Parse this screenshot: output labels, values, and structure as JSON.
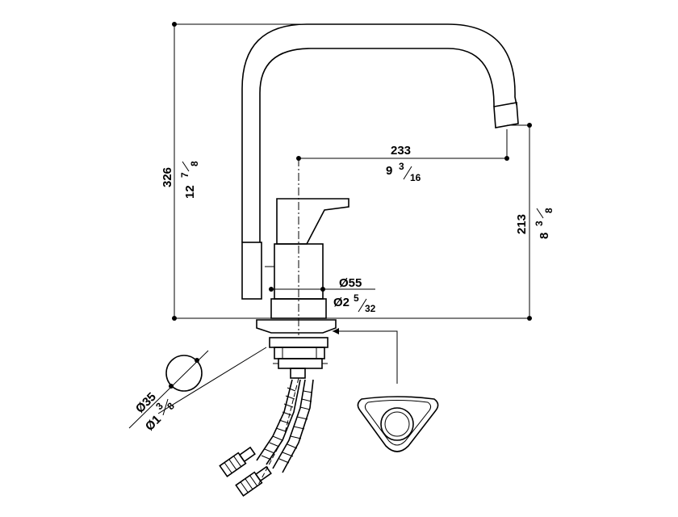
{
  "dimensions": {
    "overall_height": {
      "mm": "326",
      "inch_whole": "12",
      "inch_num": "7",
      "inch_den": "8"
    },
    "spout_reach": {
      "mm": "233",
      "inch_whole": "9",
      "inch_num": "3",
      "inch_den": "16"
    },
    "spout_height": {
      "mm": "213",
      "inch_whole": "8",
      "inch_num": "3",
      "inch_den": "8"
    },
    "base_diameter": {
      "mm": "Ø55",
      "inch_whole": "Ø2",
      "inch_num": "5",
      "inch_den": "32"
    },
    "hole_diameter": {
      "mm": "Ø35",
      "inch_whole": "Ø1",
      "inch_num": "3",
      "inch_den": "8"
    }
  }
}
